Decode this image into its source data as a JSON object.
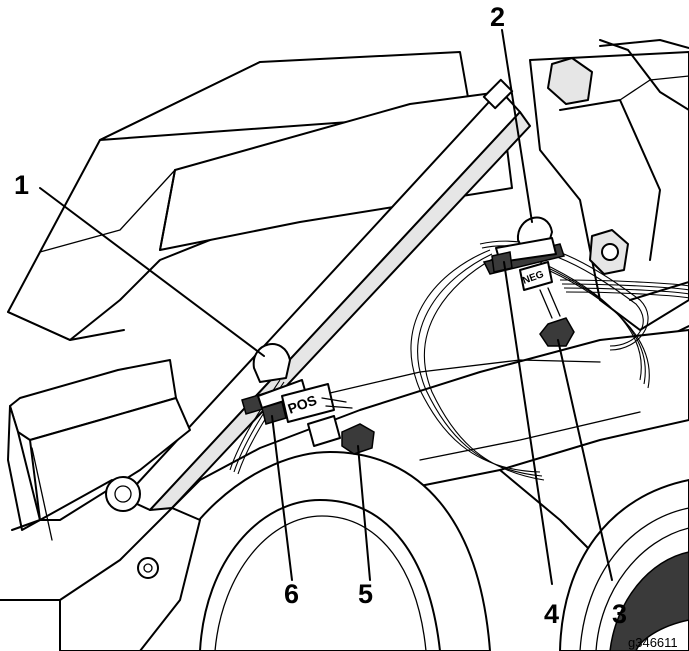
{
  "callouts": [
    {
      "id": "1",
      "label": "1"
    },
    {
      "id": "2",
      "label": "2"
    },
    {
      "id": "3",
      "label": "3"
    },
    {
      "id": "4",
      "label": "4"
    },
    {
      "id": "5",
      "label": "5"
    },
    {
      "id": "6",
      "label": "6"
    }
  ],
  "connector_labels": {
    "left": "POS",
    "right": "NEG"
  },
  "figure_id": "g346611"
}
